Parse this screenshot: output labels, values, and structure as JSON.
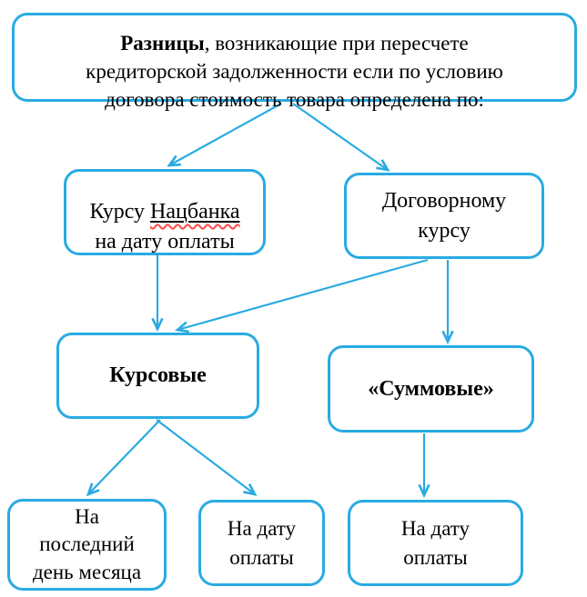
{
  "diagram": {
    "title_node": {
      "bold": "Разницы",
      "rest": ", возникающие при пересчете\nкредиторской задолженности если по условию\nдоговора стоимость товара определена по:"
    },
    "nodes": {
      "natsbank": {
        "prefix": "Курсу ",
        "misspelled_word": "Нацбанка",
        "suffix": "\nна дату оплаты"
      },
      "contract": {
        "label": "Договорному\nкурсу"
      },
      "kursovye": {
        "label": "Курсовые"
      },
      "summovye": {
        "label": "«Суммовые»"
      },
      "last_day": {
        "label": "На\nпоследний\nдень месяца"
      },
      "pay_date_1": {
        "label": "На дату\nоплаты"
      },
      "pay_date_2": {
        "label": "На дату\nоплаты"
      }
    },
    "colors": {
      "accent": "#29ABE2",
      "spellcheck_underline": "#FF4B4B",
      "text": "#000000",
      "background": "#FFFFFF"
    }
  }
}
